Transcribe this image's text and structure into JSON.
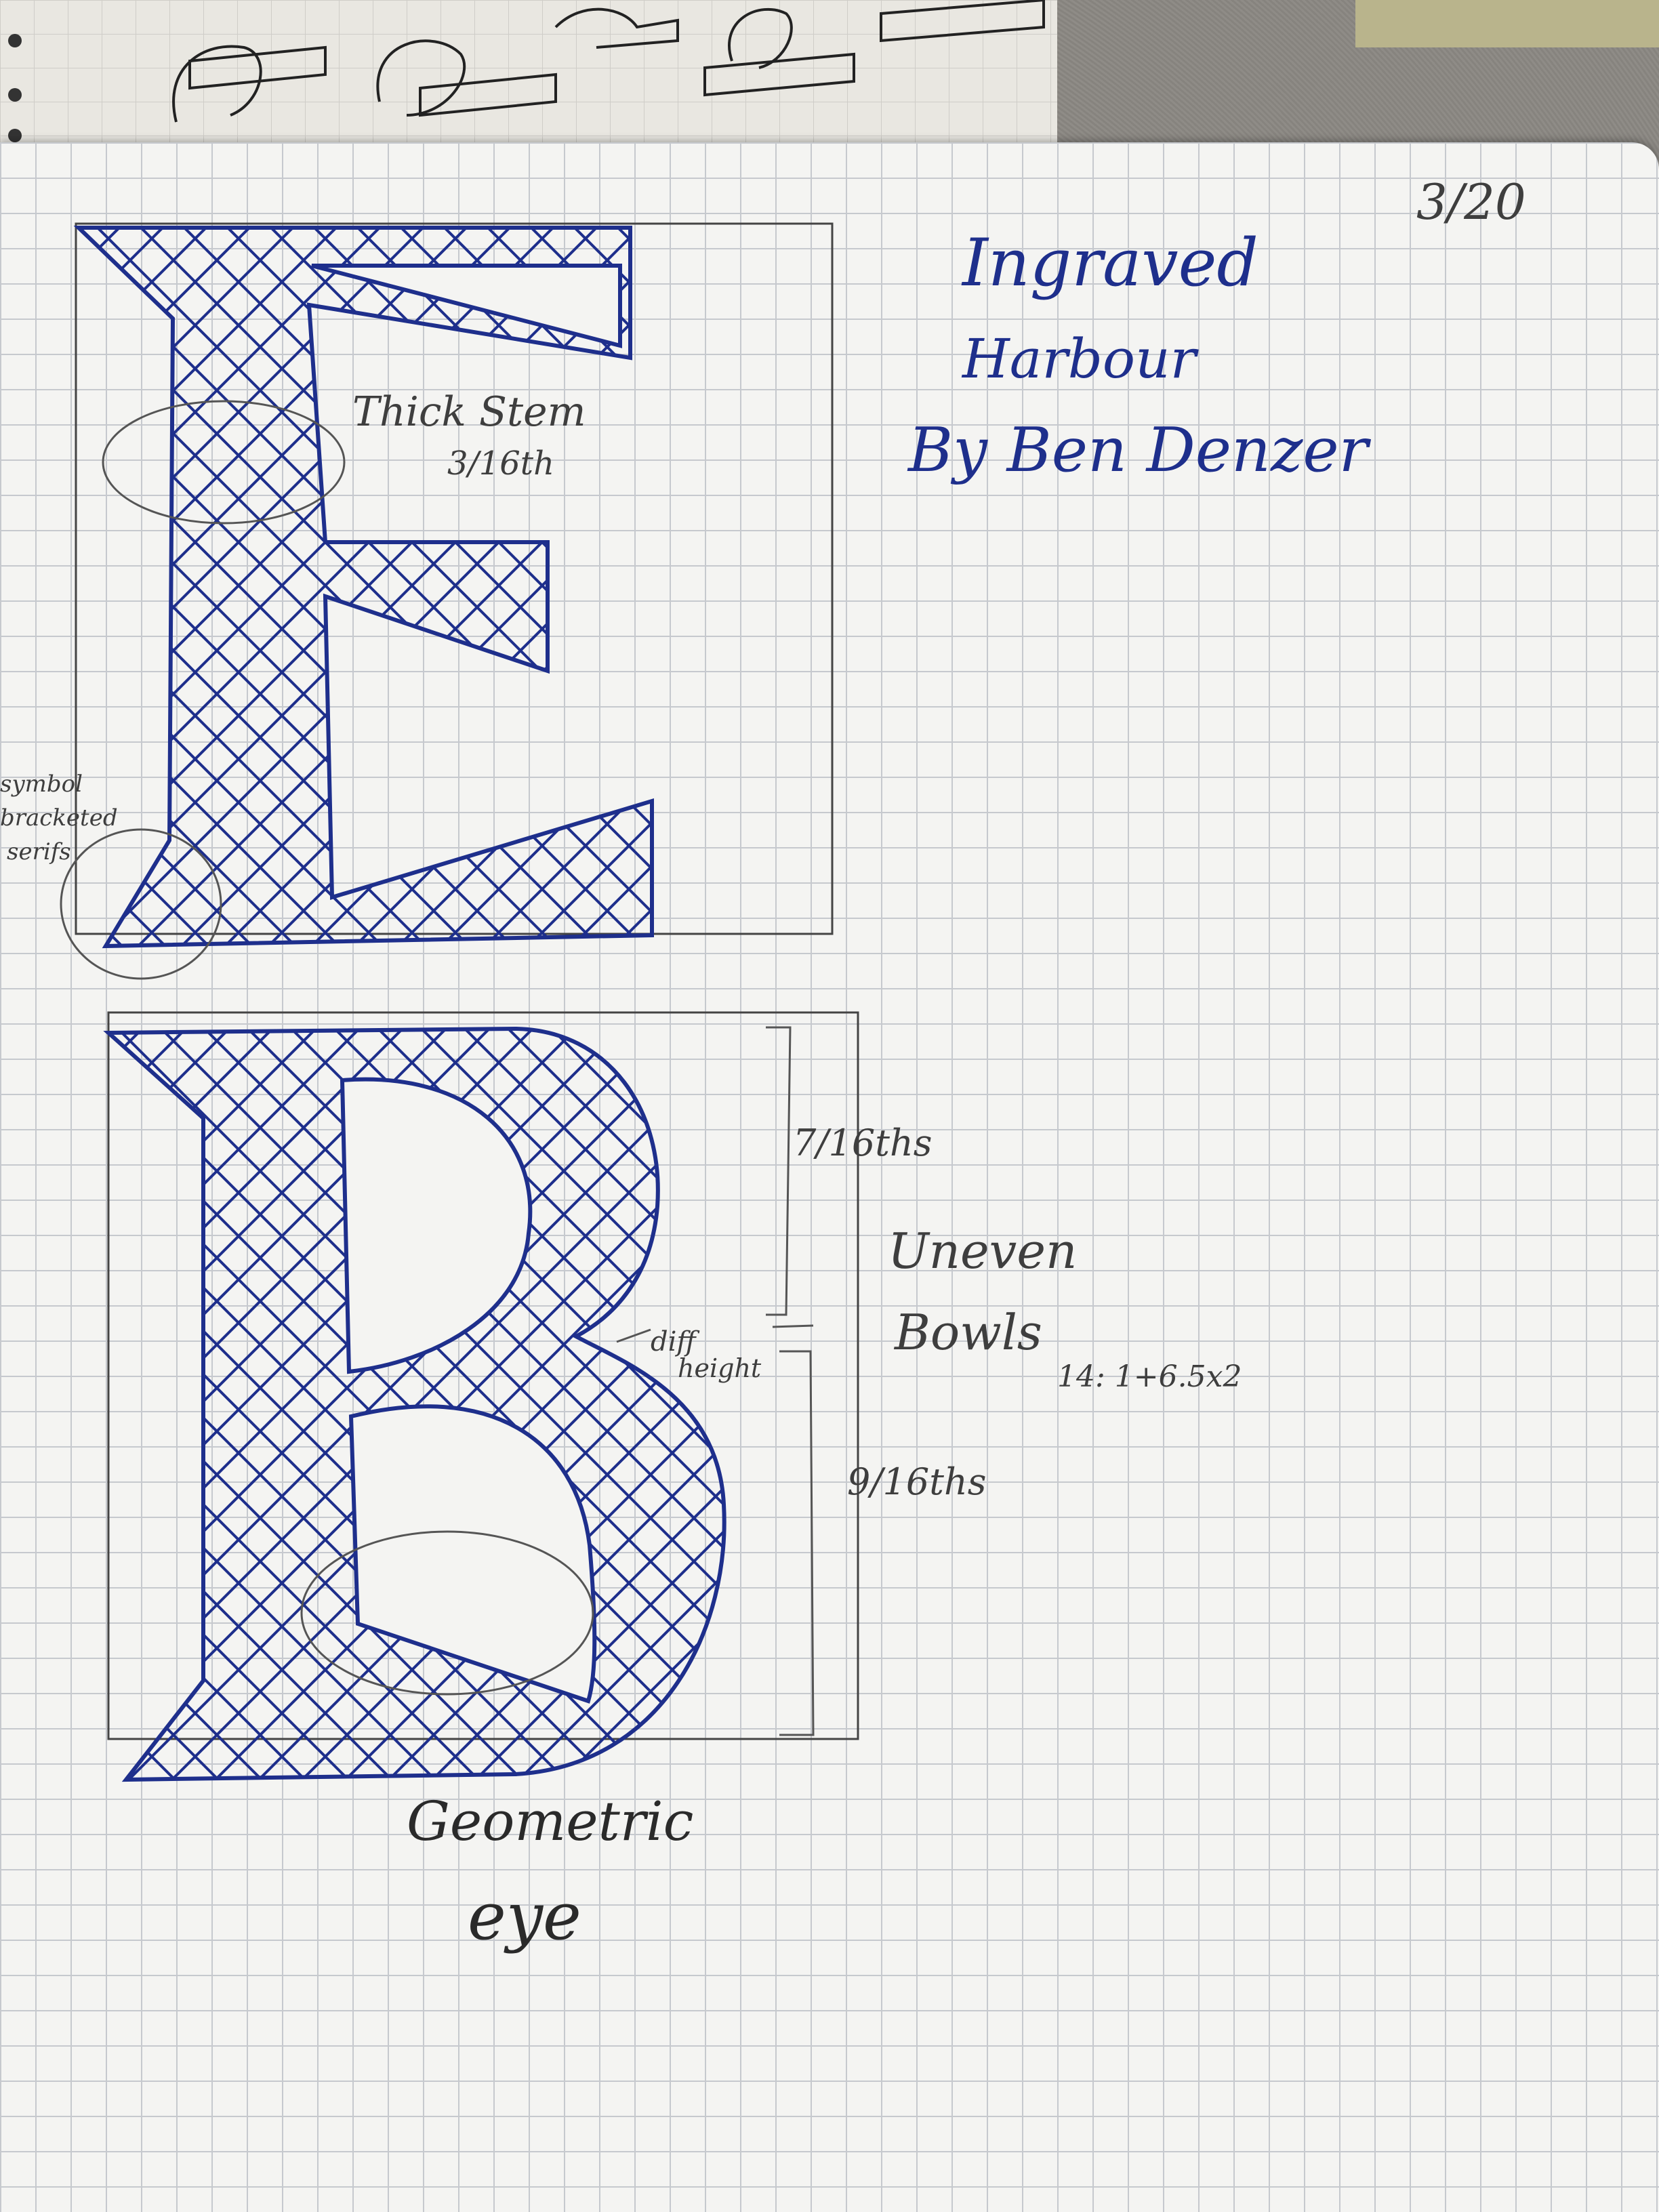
{
  "page": {
    "date": "3/20",
    "title_line1": "Ingraved",
    "title_line2": "Harbour",
    "author": "By Ben Denzer"
  },
  "letters": {
    "top": "E",
    "bottom": "B"
  },
  "annotations": {
    "thick_stem": "Thick Stem",
    "thick_stem_size": "3/16th",
    "serif_note_1": "symbol",
    "serif_note_2": "bracketed",
    "serif_note_3": "serifs",
    "upper_bowl": "7/16ths",
    "lower_bowl": "9/16ths",
    "diff_1": "diff",
    "diff_2": "height",
    "uneven_1": "Uneven",
    "uneven_2": "Bowls",
    "calc": "14: 1+6.5x2",
    "geometric_1": "Geometric",
    "geometric_2": "eye"
  },
  "colors": {
    "ink": "#1e2f8c",
    "pencil": "#3e3e3e",
    "paper": "#f4f4f2"
  }
}
